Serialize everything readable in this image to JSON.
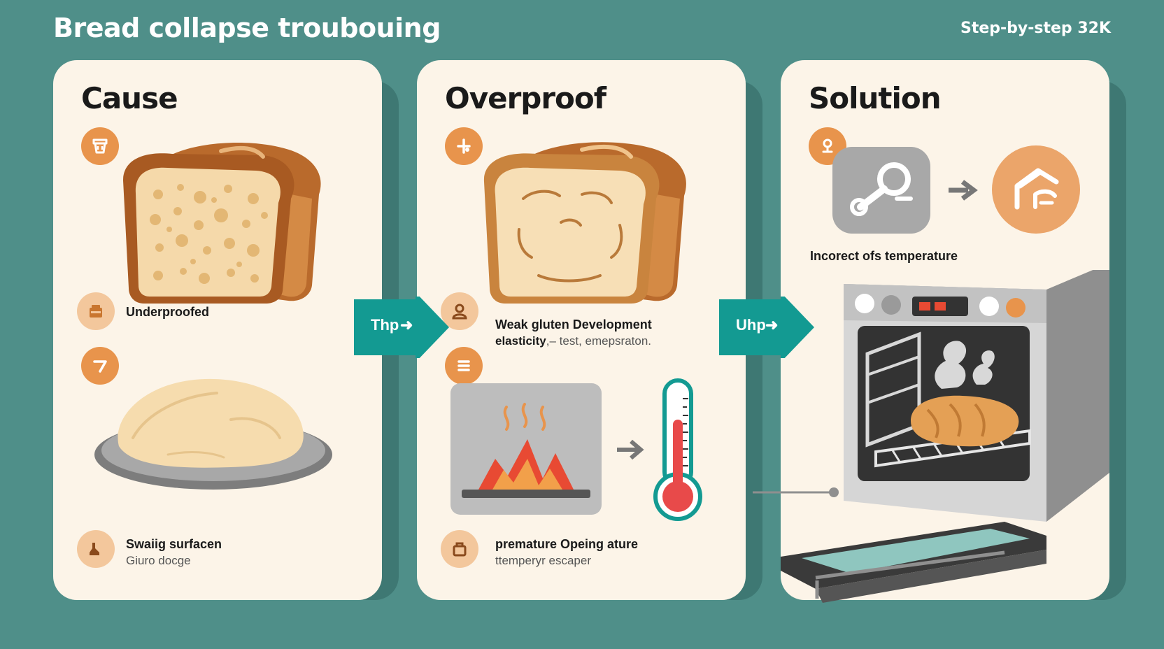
{
  "header": {
    "title": "Bread collapse troubouing",
    "subtitle": "Step-by-step 32K"
  },
  "cards": [
    {
      "heading": "Cause",
      "items": [
        {
          "label": "Underproofed"
        },
        {
          "label": "Swaiig surfacen",
          "sublabel": "Giuro docge"
        }
      ]
    },
    {
      "heading": "Overproof",
      "items": [
        {
          "label": "Weak gluten Development",
          "label_line2_bold": "elasticity",
          "label_line2_rest": ",– test, emepsraton."
        },
        {
          "label": "premature Opeing ature",
          "sublabel": "ttemperyr escaper"
        }
      ]
    },
    {
      "heading": "Solution",
      "items": [
        {
          "label": "Incorect ofs temperature"
        }
      ]
    }
  ],
  "connectors": [
    {
      "label": "Thp"
    },
    {
      "label": "Uhp"
    }
  ],
  "colors": {
    "background": "#4f8f89",
    "card": "#fcf4e8",
    "accent_orange": "#e8944c",
    "accent_teal": "#139a92"
  }
}
